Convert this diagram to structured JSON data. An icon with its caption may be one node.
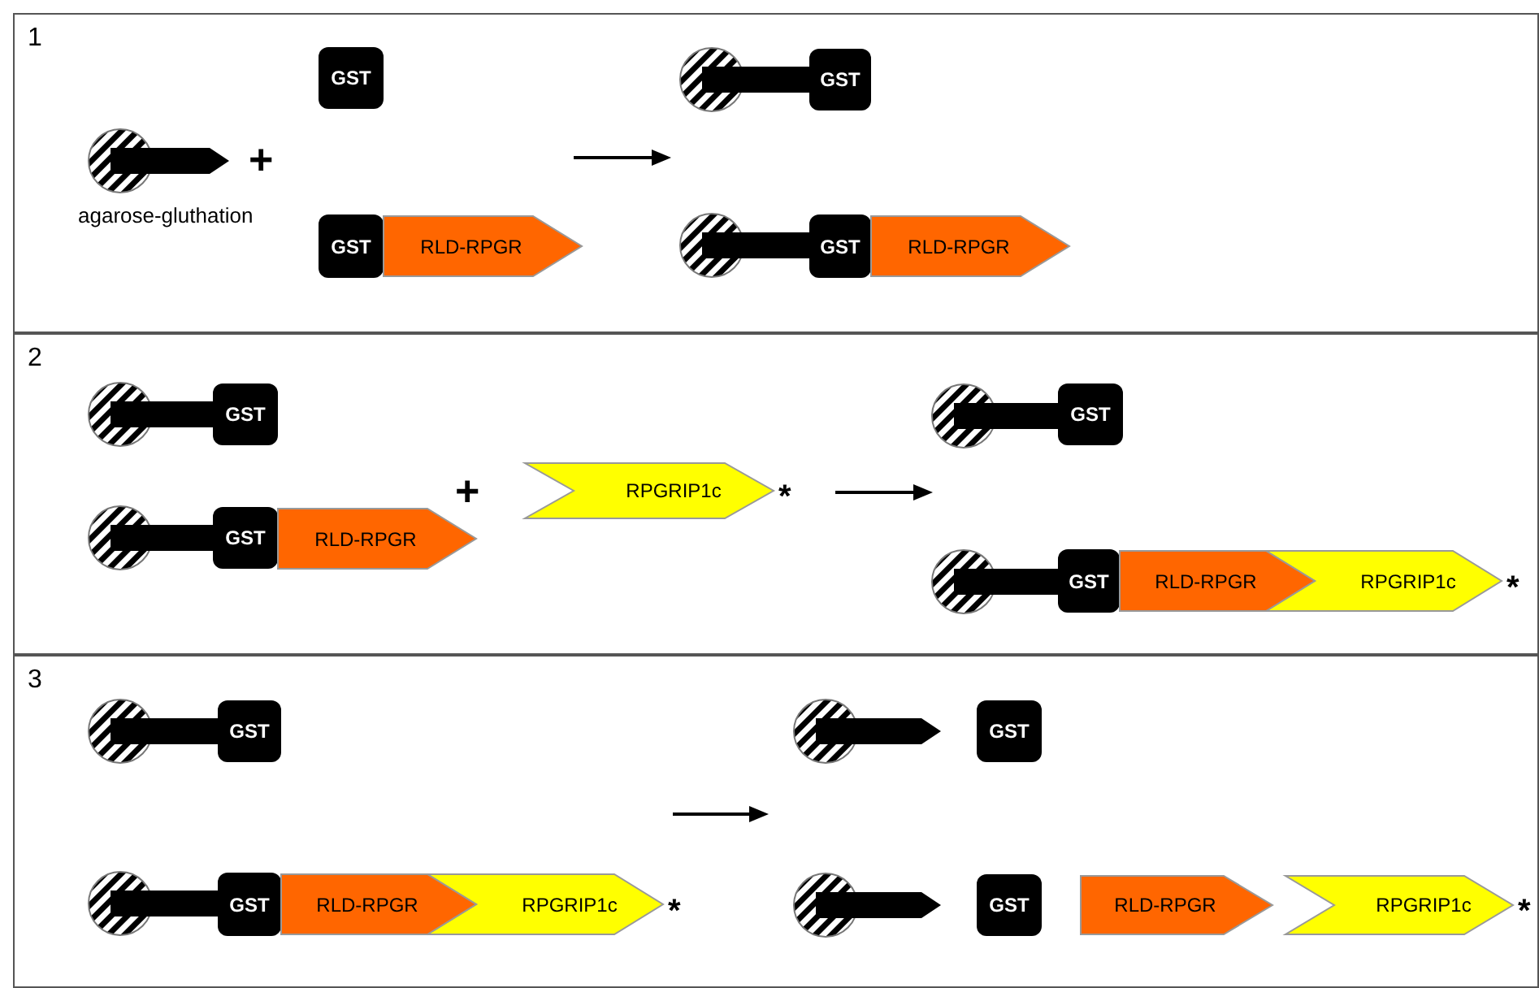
{
  "diagram": {
    "nodes": [
      {
        "text": [
          "1"
        ]
      },
      {
        "text": [],
        "shape": "circle",
        "in": 0,
        "beside": [
          "agarose-gluthation"
        ]
      },
      {
        "text": [
          "GST"
        ],
        "in": 0
      },
      {
        "text": [
          "GST"
        ],
        "in": 0
      },
      {
        "text": [
          "RLD-RPGR"
        ],
        "in": 0
      },
      {
        "text": [],
        "shape": "circle",
        "in": 0
      },
      {
        "text": [
          "GST"
        ],
        "in": 0
      },
      {
        "text": [],
        "shape": "circle",
        "in": 0
      },
      {
        "text": [
          "GST"
        ],
        "in": 0
      },
      {
        "text": [
          "RLD-RPGR"
        ],
        "in": 0
      },
      {
        "text": [
          "2"
        ]
      },
      {
        "text": [],
        "shape": "circle",
        "in": 10
      },
      {
        "text": [
          "GST"
        ],
        "in": 10
      },
      {
        "text": [],
        "shape": "circle",
        "in": 10
      },
      {
        "text": [
          "GST"
        ],
        "in": 10
      },
      {
        "text": [
          "RLD-RPGR"
        ],
        "in": 10
      },
      {
        "text": [
          "RPGRIP1c"
        ],
        "in": 10,
        "beside": [
          "*"
        ]
      },
      {
        "text": [],
        "shape": "circle",
        "in": 10
      },
      {
        "text": [
          "GST"
        ],
        "in": 10
      },
      {
        "text": [],
        "shape": "circle",
        "in": 10
      },
      {
        "text": [
          "GST"
        ],
        "in": 10
      },
      {
        "text": [
          "RLD-RPGR"
        ],
        "in": 10
      },
      {
        "text": [
          "RPGRIP1c"
        ],
        "in": 10,
        "beside": [
          "*"
        ]
      },
      {
        "text": [
          "3"
        ]
      },
      {
        "text": [],
        "shape": "circle",
        "in": 23
      },
      {
        "text": [
          "GST"
        ],
        "in": 23
      },
      {
        "text": [],
        "shape": "circle",
        "in": 23
      },
      {
        "text": [
          "GST"
        ],
        "in": 23
      },
      {
        "text": [
          "RLD-RPGR"
        ],
        "in": 23
      },
      {
        "text": [
          "RPGRIP1c"
        ],
        "in": 23,
        "beside": [
          "*"
        ]
      },
      {
        "text": [],
        "shape": "circle",
        "in": 23
      },
      {
        "text": [
          "GST"
        ],
        "in": 23
      },
      {
        "text": [],
        "shape": "circle",
        "in": 23
      },
      {
        "text": [
          "GST"
        ],
        "in": 23
      },
      {
        "text": [
          "RLD-RPGR"
        ],
        "in": 23
      },
      {
        "text": [
          "RPGRIP1c"
        ],
        "in": 23,
        "beside": [
          "*"
        ]
      }
    ],
    "labels": [
      "+",
      "+"
    ]
  }
}
